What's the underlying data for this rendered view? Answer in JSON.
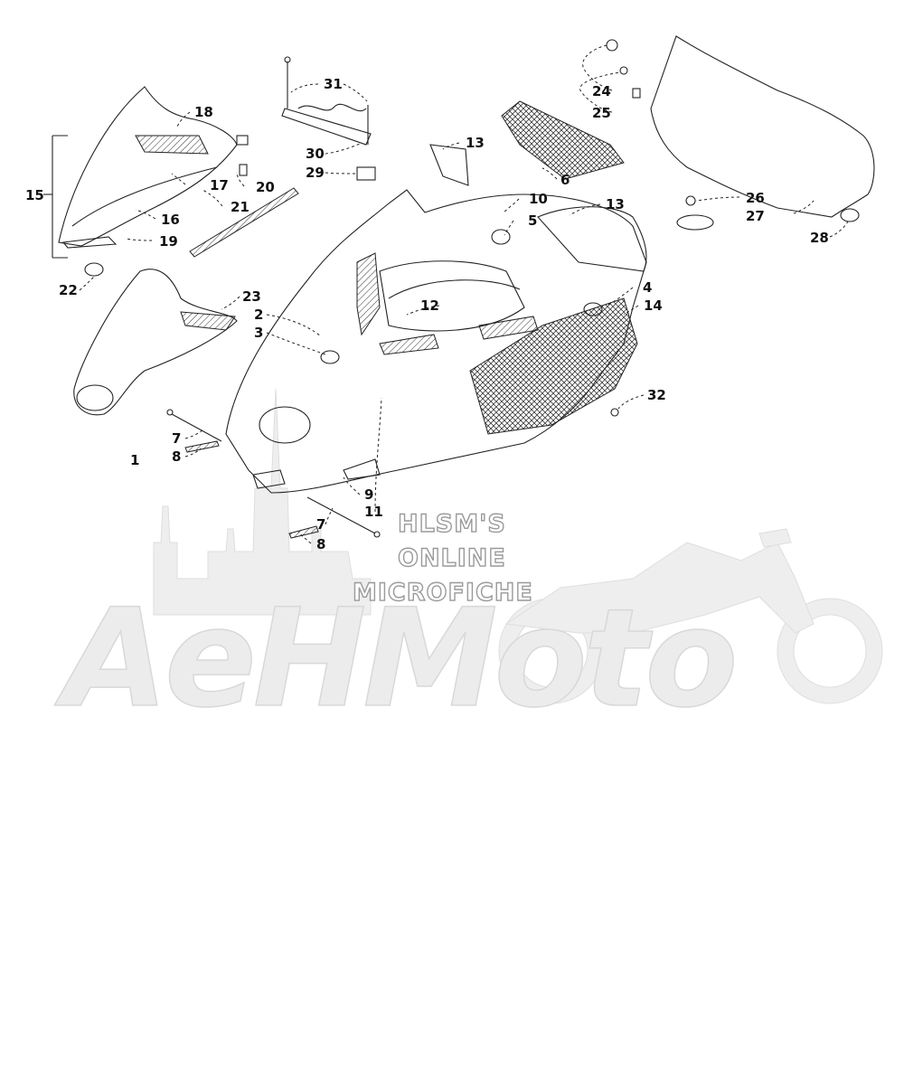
{
  "watermark": {
    "lines": [
      "HLSM'S",
      "ONLINE",
      "MICROFICHE"
    ],
    "logo": "AeHMoto"
  },
  "labels": [
    {
      "id": "1",
      "text": "1"
    },
    {
      "id": "2",
      "text": "2"
    },
    {
      "id": "3",
      "text": "3"
    },
    {
      "id": "4",
      "text": "4"
    },
    {
      "id": "5",
      "text": "5"
    },
    {
      "id": "6",
      "text": "6"
    },
    {
      "id": "7a",
      "text": "7"
    },
    {
      "id": "7b",
      "text": "7"
    },
    {
      "id": "8a",
      "text": "8"
    },
    {
      "id": "8b",
      "text": "8"
    },
    {
      "id": "9",
      "text": "9"
    },
    {
      "id": "10",
      "text": "10"
    },
    {
      "id": "11",
      "text": "11"
    },
    {
      "id": "12",
      "text": "12"
    },
    {
      "id": "13a",
      "text": "13"
    },
    {
      "id": "13b",
      "text": "13"
    },
    {
      "id": "14",
      "text": "14"
    },
    {
      "id": "15",
      "text": "15"
    },
    {
      "id": "16",
      "text": "16"
    },
    {
      "id": "17",
      "text": "17"
    },
    {
      "id": "18",
      "text": "18"
    },
    {
      "id": "19",
      "text": "19"
    },
    {
      "id": "20",
      "text": "20"
    },
    {
      "id": "21",
      "text": "21"
    },
    {
      "id": "22",
      "text": "22"
    },
    {
      "id": "23",
      "text": "23"
    },
    {
      "id": "24",
      "text": "24"
    },
    {
      "id": "25",
      "text": "25"
    },
    {
      "id": "26",
      "text": "26"
    },
    {
      "id": "27",
      "text": "27"
    },
    {
      "id": "28",
      "text": "28"
    },
    {
      "id": "29",
      "text": "29"
    },
    {
      "id": "30",
      "text": "30"
    },
    {
      "id": "31",
      "text": "31"
    },
    {
      "id": "32",
      "text": "32"
    }
  ]
}
